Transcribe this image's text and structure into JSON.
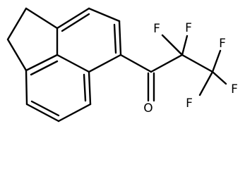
{
  "molecule": {
    "atoms": [
      {
        "id": "ch2a",
        "label": ""
      },
      {
        "id": "ch2b",
        "label": ""
      },
      {
        "id": "c2a1",
        "label": ""
      },
      {
        "id": "c3",
        "label": ""
      },
      {
        "id": "c4",
        "label": ""
      },
      {
        "id": "c5",
        "label": ""
      },
      {
        "id": "c5a",
        "label": ""
      },
      {
        "id": "c8b",
        "label": ""
      },
      {
        "id": "c6",
        "label": ""
      },
      {
        "id": "c7",
        "label": ""
      },
      {
        "id": "c8",
        "label": ""
      },
      {
        "id": "c8a",
        "label": ""
      },
      {
        "id": "c8c",
        "label": ""
      },
      {
        "id": "ccarbonyl",
        "label": ""
      },
      {
        "id": "oxygen",
        "label": "O"
      },
      {
        "id": "cf2",
        "label": ""
      },
      {
        "id": "cf3",
        "label": ""
      },
      {
        "id": "f1",
        "label": "F"
      },
      {
        "id": "f2",
        "label": "F"
      },
      {
        "id": "f3",
        "label": "F"
      },
      {
        "id": "f4",
        "label": "F"
      },
      {
        "id": "f5",
        "label": "F"
      }
    ]
  },
  "colors": {
    "bond": "#000000",
    "background": "#ffffff"
  }
}
